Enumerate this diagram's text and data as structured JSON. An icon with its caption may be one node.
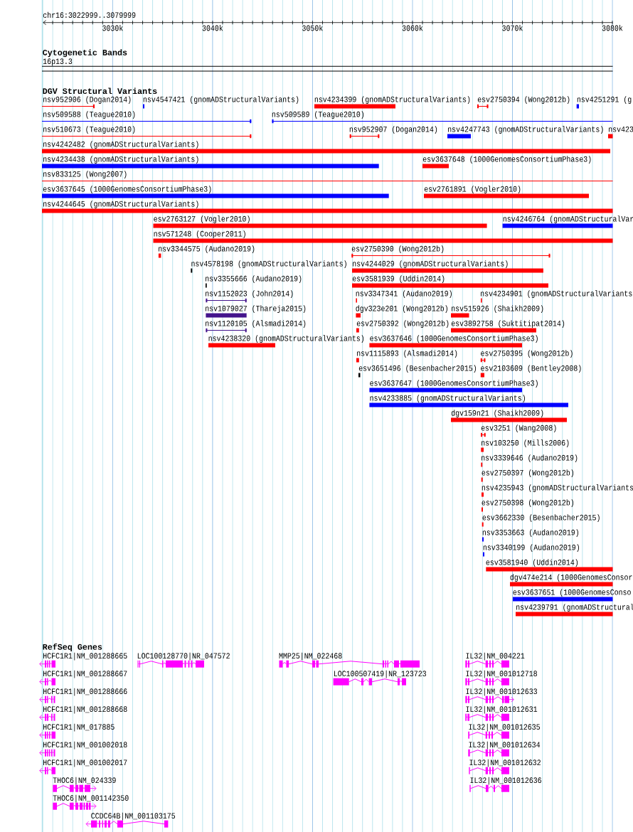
{
  "diagram": {
    "labels": [
      "chr16:3022999..3079999",
      "3030k",
      "3040k",
      "3050k",
      "3060k",
      "3070k",
      "3080k",
      "Cytogenetic Bands",
      "16p13.3",
      "DGV Structural Variants",
      "nsv952906 (Dogan2014)",
      "nsv4547421 (gnomADStructuralVariants)",
      "nsv4234399 (gnomADStructuralVariants)",
      "esv2750394 (Wong2012b)",
      "nsv4251291 (g",
      "nsv509588 (Teague2010)",
      "nsv509589 (Teague2010)",
      "nsv510673 (Teague2010)",
      "nsv952907 (Dogan2014)",
      "nsv4247743 (gnomADStructuralVariants)",
      "nsv423",
      "nsv4242482 (gnomADStructuralVariants)",
      "nsv4234438 (gnomADStructuralVariants)",
      "esv3637648 (1000GenomesConsortiumPhase3)",
      "nsv833125 (Wong2007)",
      "esv3637645 (1000GenomesConsortiumPhase3)",
      "esv2761891 (Vogler2010)",
      "nsv4244645 (gnomADStructuralVariants)",
      "esv2763127 (Vogler2010)",
      "nsv4246764 (gnomADStructuralVar",
      "nsv571248 (Cooper2011)",
      "nsv3344575 (Audano2019)",
      "esv2750390 (Wong2012b)",
      "nsv4578198 (gnomADStructuralVariants)",
      "nsv4244029 (gnomADStructuralVariants)",
      "nsv3355666 (Audano2019)",
      "esv3581939 (Uddin2014)",
      "nsv1152023 (John2014)",
      "nsv3347341 (Audano2019)",
      "nsv4234901 (gnomADStructuralVariants",
      "nsv1079027 (Thareja2015)",
      "dgv323e201 (Wong2012b)",
      "nsv515926 (Shaikh2009)",
      "nsv1120105 (Alsmadi2014)",
      "esv2750392 (Wong2012b)",
      "esv3892758 (Suktitipat2014)",
      "nsv4238320 (gnomADStructuralVariants)",
      "esv3637646 (1000GenomesConsortiumPhase3)",
      "nsv1115893 (Alsmadi2014)",
      "esv2750395 (Wong2012b)",
      "esv3651496 (Besenbacher2015)",
      "esv2103609 (Bentley2008)",
      "esv3637647 (1000GenomesConsortiumPhase3)",
      "nsv4233885 (gnomADStructuralVariants)",
      "dgv159n21 (Shaikh2009)",
      "esv3251 (Wang2008)",
      "nsv103250 (Mills2006)",
      "nsv3339646 (Audano2019)",
      "esv2750397 (Wong2012b)",
      "nsv4235943 (gnomADStructuralVariants",
      "esv2750398 (Wong2012b)",
      "esv3662330 (Besenbacher2015)",
      "nsv3353663 (Audano2019)",
      "nsv3340199 (Audano2019)",
      "esv3581940 (Uddin2014)",
      "dgv474e214 (1000GenomesConsor",
      "esv3637651 (1000GenomesConso",
      "nsv4239791 (gnomADStructural",
      "RefSeq Genes",
      "HCFC1R1|NM_001288665",
      "LOC100128770|NR_047572",
      "MMP25|NM_022468",
      "IL32|NM_004221",
      "HCFC1R1|NM_001288667",
      "LOC100507419|NR_123723",
      "IL32|NM_001012718",
      "HCFC1R1|NM_001288666",
      "IL32|NM_001012633",
      "HCFC1R1|NM_001288668",
      "IL32|NM_001012631",
      "HCFC1R1|NM_017885",
      "IL32|NM_001012635",
      "HCFC1R1|NM_001002018",
      "IL32|NM_001012634",
      "HCFC1R1|NM_001002017",
      "IL32|NM_001012632",
      "THOC6|NM_024339",
      "IL32|NM_001012636",
      "THOC6|NM_001142350",
      "CCDC64B|NM_001103175"
    ]
  }
}
